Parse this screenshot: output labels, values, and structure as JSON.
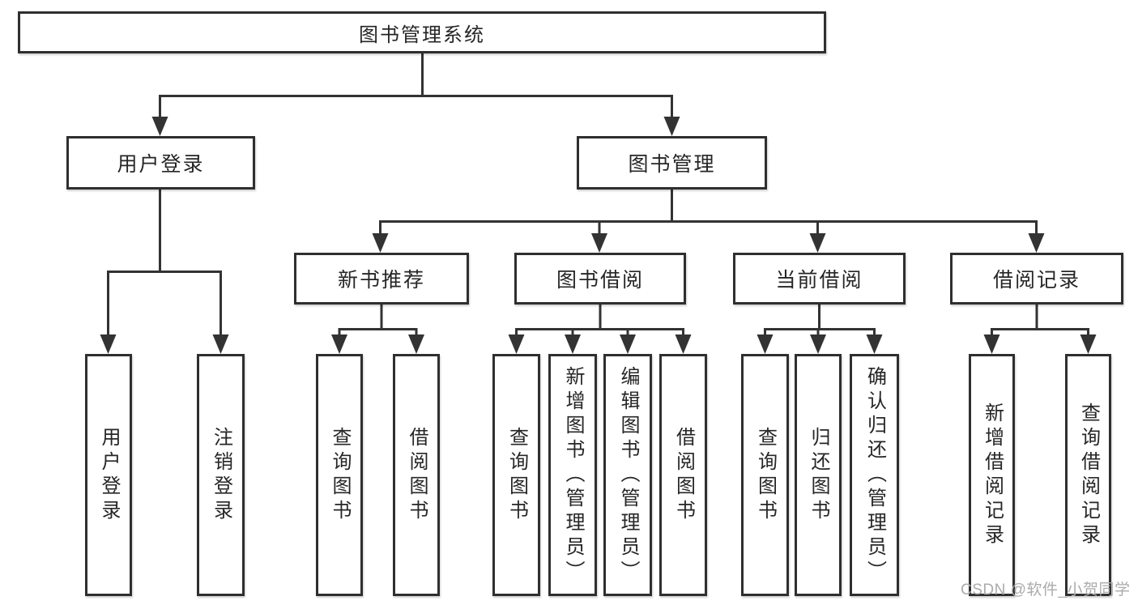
{
  "diagram": {
    "root": "图书管理系统",
    "level2": {
      "user_login": "用户登录",
      "book_mgmt": "图书管理"
    },
    "level3": {
      "new_books": "新书推荐",
      "book_borrow": "图书借阅",
      "current_borrow": "当前借阅",
      "borrow_records": "借阅记录"
    },
    "leaves": {
      "user_login": {
        "login": "用户登录",
        "logout": "注销登录"
      },
      "new_books": {
        "query": "查询图书",
        "borrow": "借阅图书"
      },
      "book_borrow": {
        "query": "查询图书",
        "add": "新增图书（管理员）",
        "edit": "编辑图书（管理员）",
        "borrow": "借阅图书"
      },
      "current_borrow": {
        "query": "查询图书",
        "return": "归还图书",
        "confirm": "确认归还（管理员）"
      },
      "borrow_records": {
        "add": "新增借阅记录",
        "query": "查询借阅记录"
      }
    }
  },
  "watermark": {
    "text": "CSDN @软件_小贺同学"
  },
  "colors": {
    "line": "#333333",
    "box_border": "#2f2f2f",
    "box_fill": "#ffffff",
    "text": "#262626",
    "watermark": "#ababab"
  }
}
